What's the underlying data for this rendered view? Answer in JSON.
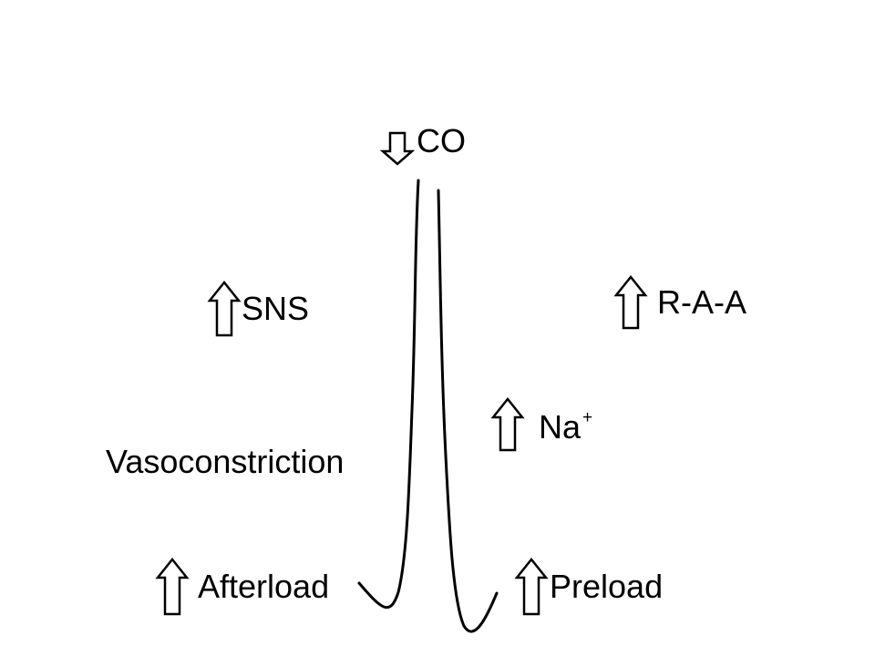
{
  "labels": {
    "co": "CO",
    "sns": "SNS",
    "raa": "R-A-A",
    "na": "Na",
    "na_superscript": "+",
    "vasoconstriction": "Vasoconstriction",
    "afterload": "Afterload",
    "preload": "Preload"
  },
  "arrows": {
    "co": "decrease",
    "sns": "increase",
    "raa": "increase",
    "na": "increase",
    "afterload": "increase",
    "preload": "increase"
  },
  "colors": {
    "stroke": "#000000",
    "background": "#ffffff"
  }
}
